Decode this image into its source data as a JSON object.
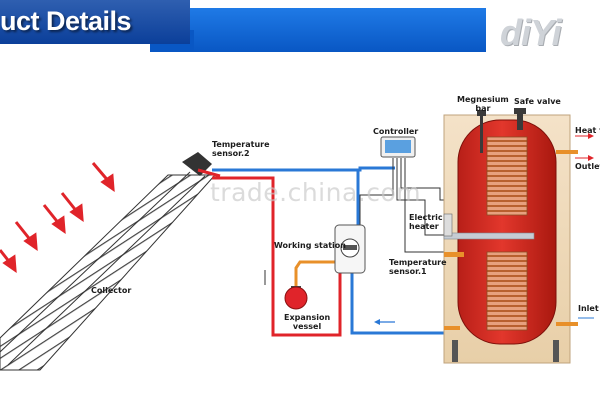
{
  "banner": {
    "title": "uct Details",
    "accent_dark": "#0b3f9a",
    "accent_light": "#1f7ae6"
  },
  "logo": {
    "text": "diYi",
    "color": "#cfd3d8"
  },
  "watermark": {
    "text": "trade.china.com"
  },
  "labels": {
    "temperature_sensor_2": [
      "Temperature",
      "sensor.2"
    ],
    "controller": "Controller",
    "magnesium_bar": [
      "Megnesium",
      "bar"
    ],
    "safe_valve": "Safe valve",
    "heat_flow": "Heat fl",
    "outlet": "Outlet",
    "electric_heater": [
      "Electric",
      "heater"
    ],
    "working_station": "Working station",
    "temperature_sensor_1": [
      "Temperature",
      "sensor.1"
    ],
    "collector": "Collector",
    "expansion_vessel": [
      "Expansion",
      "vessel"
    ],
    "inlet": "Inlet"
  },
  "colors": {
    "hot_pipe": "#e0242a",
    "cold_pipe": "#2a78d6",
    "tank": "#d92a22",
    "coil": "#c98a5a",
    "connection_pipe": "#e8902a",
    "solar_arrow": "#e0242a"
  }
}
